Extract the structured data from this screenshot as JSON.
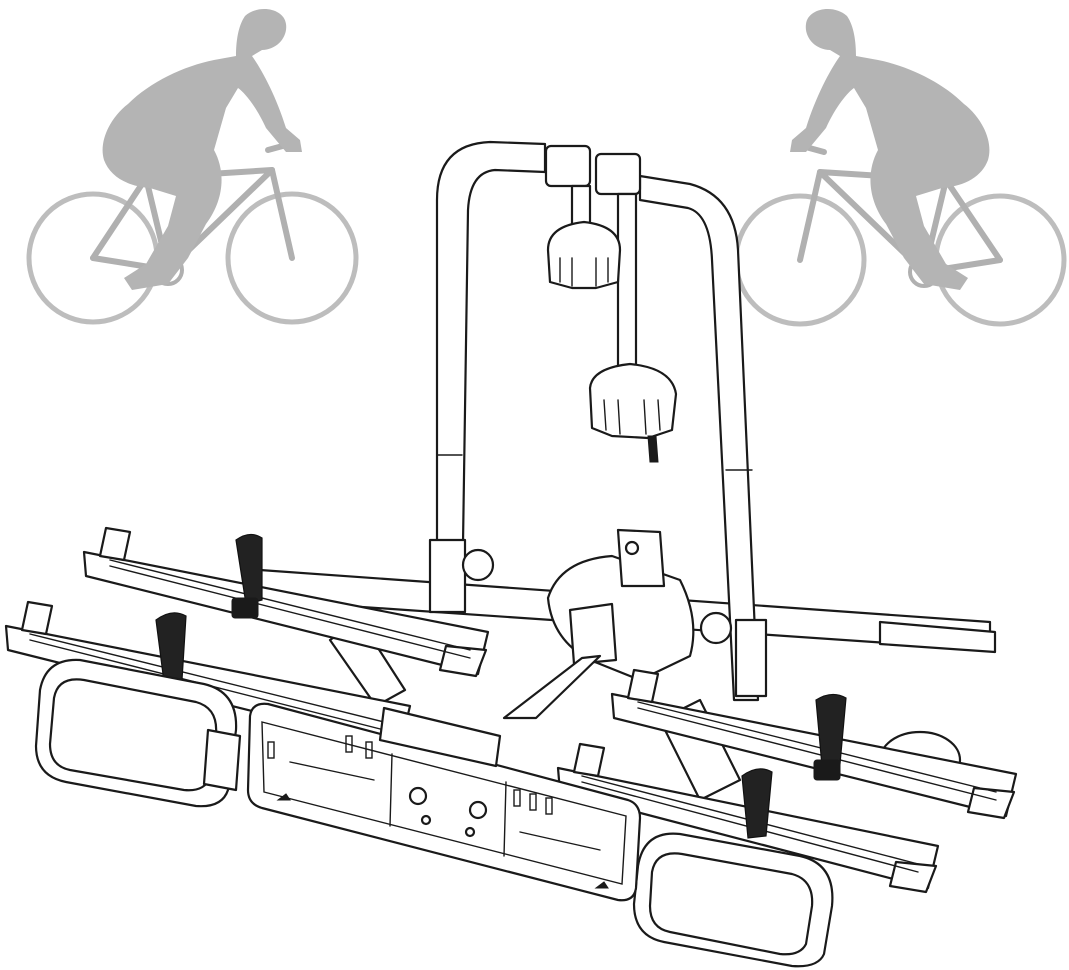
{
  "figure": {
    "subject": "bike-carrier-line-drawing",
    "decorations": [
      "cyclist-silhouette-left",
      "cyclist-silhouette-right"
    ],
    "colors": {
      "line": "#1a1a1a",
      "silhouette": "#b4b4b4",
      "background": "#ffffff"
    }
  }
}
